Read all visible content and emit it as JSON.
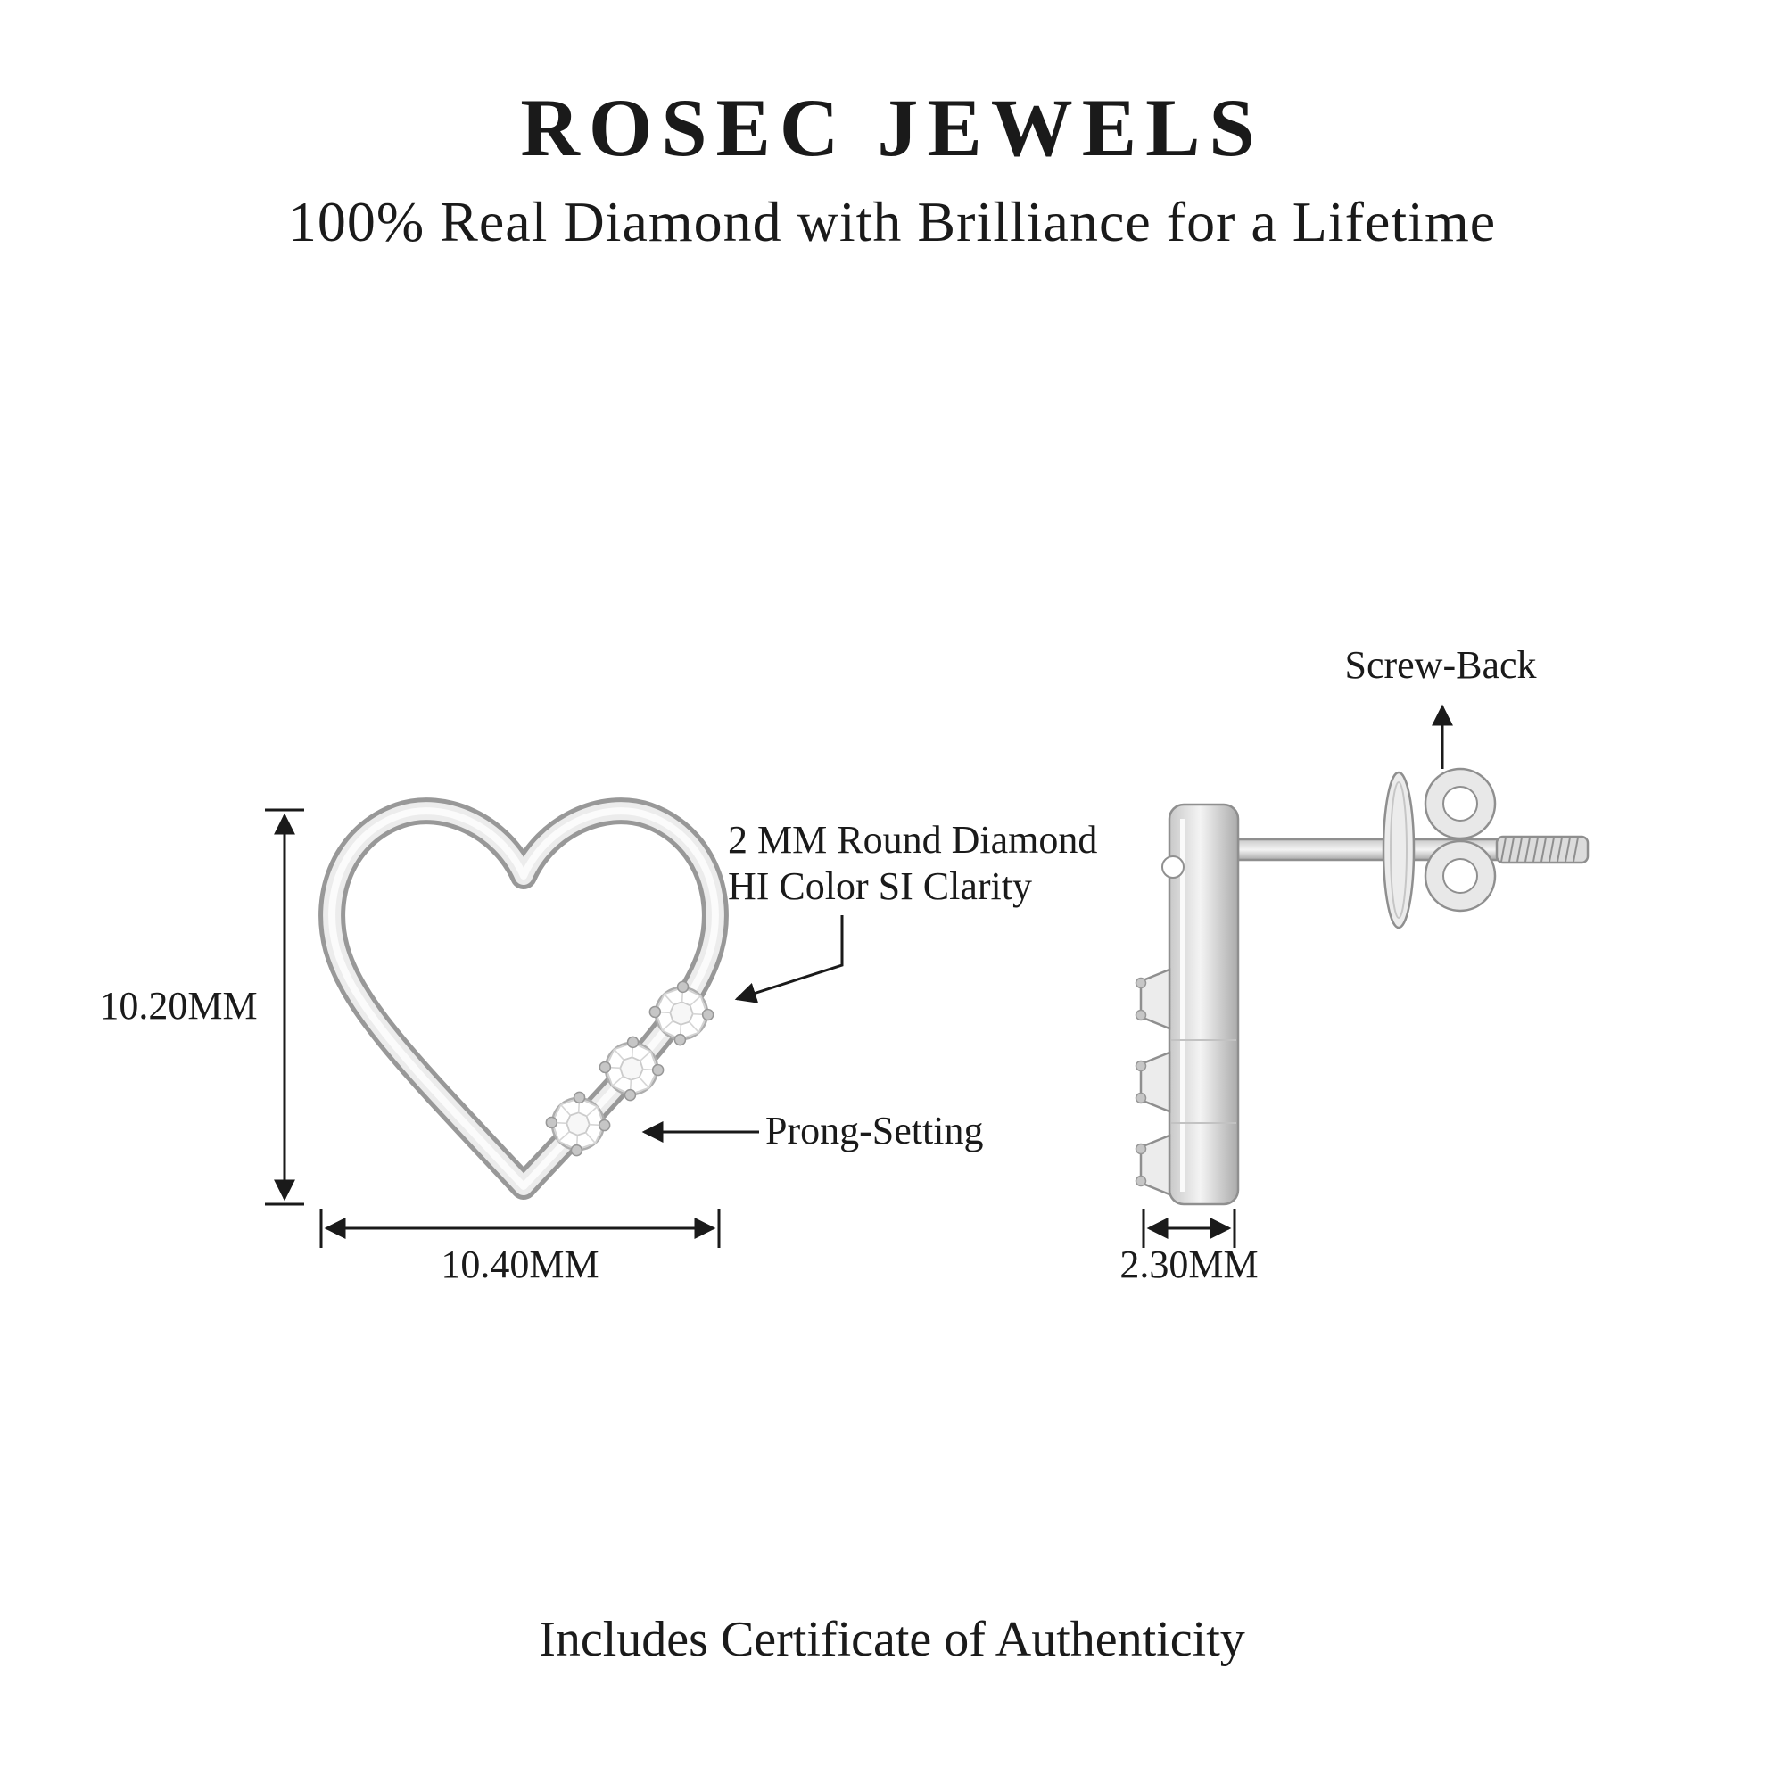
{
  "header": {
    "title": "ROSEC JEWELS",
    "subtitle": "100% Real Diamond with Brilliance for a Lifetime"
  },
  "diagram": {
    "front_view": {
      "height_label": "10.20MM",
      "width_label": "10.40MM",
      "diamond_note_line1": "2 MM Round Diamond",
      "diamond_note_line2": "HI Color SI Clarity",
      "prong_label": "Prong-Setting"
    },
    "side_view": {
      "screw_back_label": "Screw-Back",
      "width_label": "2.30MM"
    }
  },
  "footer": {
    "note": "Includes Certificate of Authenticity"
  },
  "colors": {
    "text": "#1a1a1a",
    "background": "#ffffff",
    "metal_light": "#f2f2f2",
    "metal_mid": "#c9c9c9",
    "metal_dark": "#8f8f8f"
  }
}
